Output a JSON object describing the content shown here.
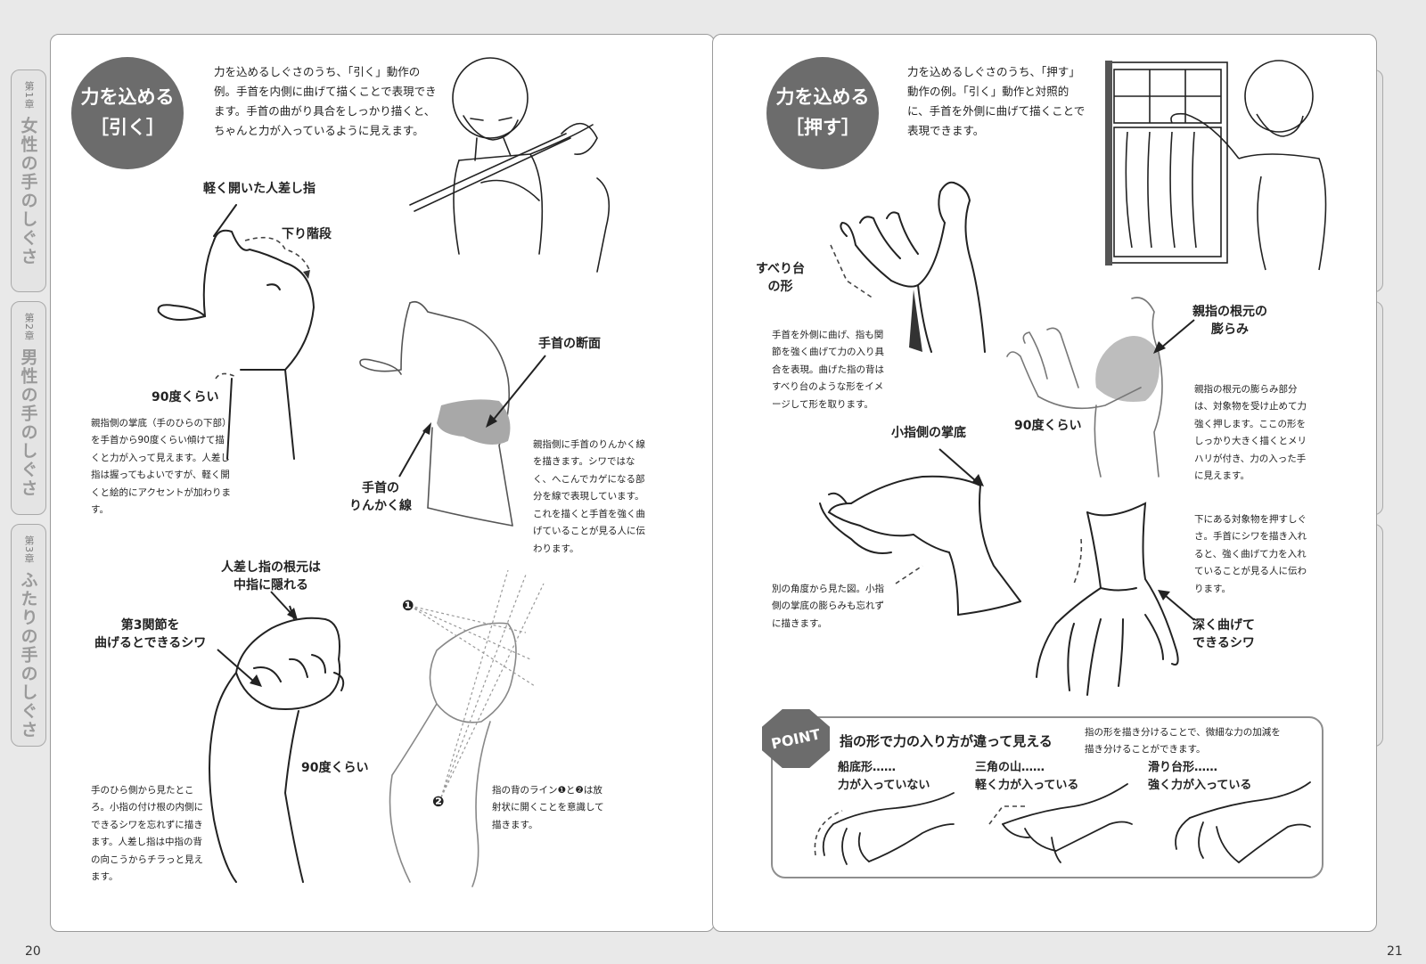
{
  "pages": {
    "left_number": "20",
    "right_number": "21"
  },
  "side_tabs": [
    {
      "chapter": "第1章",
      "title": "女性の手のしぐさ"
    },
    {
      "chapter": "第2章",
      "title": "男性の手のしぐさ"
    },
    {
      "chapter": "第3章",
      "title": "ふたりの手のしぐさ"
    }
  ],
  "left": {
    "badge": {
      "line1": "力を込める",
      "line2": "［引く］"
    },
    "intro": "力を込めるしぐさのうち、「引く」動作の例。手首を内側に曲げて描くことで表現できます。手首の曲がり具合をしっかり描くと、ちゃんと力が入っているように見えます。",
    "labels": {
      "index_open": "軽く開いた人差し指",
      "downstairs": "下り階段",
      "deg90_a": "90度くらい",
      "wrist_section": "手首の断面",
      "wrist_outline_1": "手首の",
      "wrist_outline_2": "りんかく線",
      "index_root_1": "人差し指の根元は",
      "index_root_2": "中指に隠れる",
      "joint3_1": "第3関節を",
      "joint3_2": "曲げるとできるシワ",
      "deg90_b": "90度くらい",
      "marker1": "❶",
      "marker2": "❷"
    },
    "notes": {
      "thumb": "親指側の掌底（手のひらの下部）を手首から90度くらい傾けて描くと力が入って見えます。人差し指は握ってもよいですが、軽く開くと絵的にアクセントが加わります。",
      "wrist": "親指側に手首のりんかく線を描きます。シワではなく、へこんでカゲになる部分を線で表現しています。これを描くと手首を強く曲げていることが見る人に伝わります。",
      "palm": "手のひら側から見たところ。小指の付け根の内側にできるシワを忘れずに描きます。人差し指は中指の背の向こうからチラっと見えます。",
      "back_lines": "指の背のライン❶と❷は放射状に開くことを意識して描きます。"
    }
  },
  "right": {
    "badge": {
      "line1": "力を込める",
      "line2": "［押す］"
    },
    "intro": "力を込めるしぐさのうち、「押す」動作の例。「引く」動作と対照的に、手首を外側に曲げて描くことで表現できます。",
    "labels": {
      "slide_1": "すべり台",
      "slide_2": "の形",
      "thumb_root_1": "親指の根元の",
      "thumb_root_2": "膨らみ",
      "deg90": "90度くらい",
      "pinky_base": "小指側の掌底",
      "deep_bend_1": "深く曲げて",
      "deep_bend_2": "できるシワ"
    },
    "notes": {
      "slide": "手首を外側に曲げ、指も関節を強く曲げて力の入り具合を表現。曲げた指の背はすべり台のような形をイメージして形を取ります。",
      "thumb_root": "親指の根元の膨らみ部分は、対象物を受け止めて力強く押します。ここの形をしっかり大きく描くとメリハリが付き、力の入った手に見えます。",
      "angle": "別の角度から見た図。小指側の掌底の膨らみも忘れずに描きます。",
      "push": "下にある対象物を押すしぐさ。手首にシワを描き入れると、強く曲げて力を入れていることが見る人に伝わります。"
    },
    "point": {
      "badge": "POINT",
      "title": "指の形で力の入り方が違って見える",
      "desc": "指の形を描き分けることで、微細な力の加減を描き分けることができます。",
      "shapes": [
        {
          "line1": "船底形……",
          "line2": "力が入っていない"
        },
        {
          "line1": "三角の山……",
          "line2": "軽く力が入っている"
        },
        {
          "line1": "滑り台形……",
          "line2": "強く力が入っている"
        }
      ]
    }
  },
  "colors": {
    "badge": "#6c6c6c",
    "tab_bg": "#e4e4e4",
    "tab_text": "#9a9a9a",
    "shading": "#a8a8a8"
  }
}
